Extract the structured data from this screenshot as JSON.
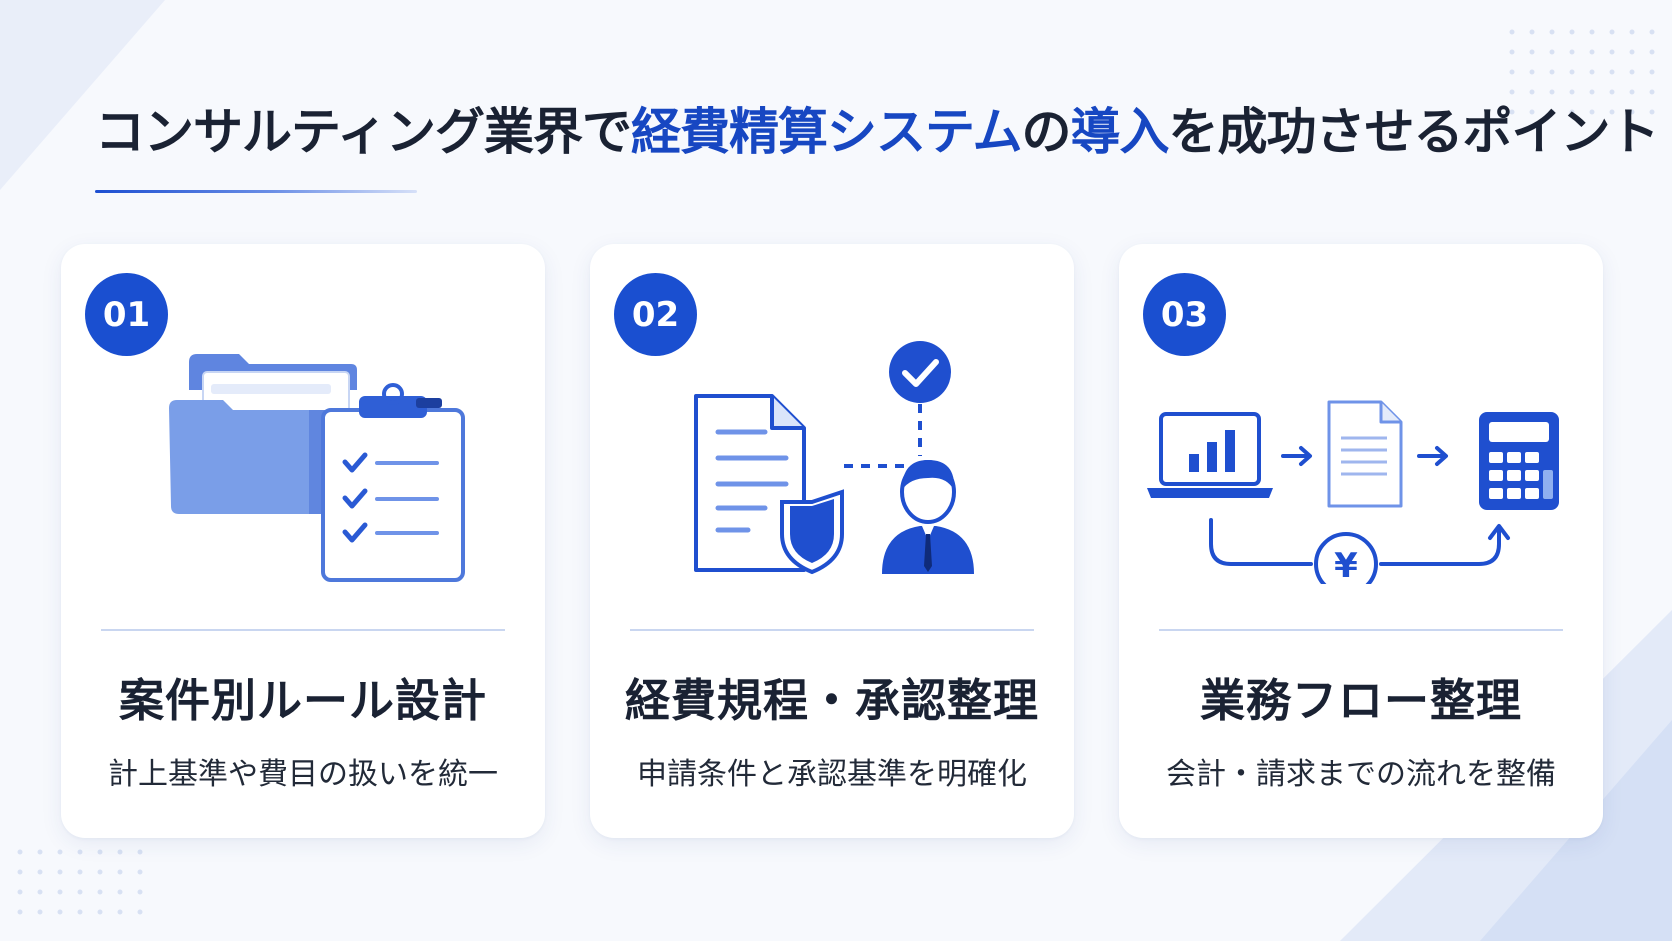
{
  "title": {
    "part1": "コンサルティング業界で",
    "part2": "経費精算システム",
    "part3": "の",
    "part4": "導入",
    "part5": "を成功させるポイント"
  },
  "colors": {
    "accent": "#1a4fd0",
    "accent_light": "#6f93e8",
    "text": "#1a2233",
    "background": "#f7f9fd"
  },
  "cards": [
    {
      "number": "01",
      "title": "案件別ルール設計",
      "description": "計上基準や費目の扱いを統一",
      "icons": [
        "folder-icon",
        "clipboard-checklist-icon"
      ]
    },
    {
      "number": "02",
      "title": "経費規程・承認整理",
      "description": "申請条件と承認基準を明確化",
      "icons": [
        "document-shield-icon",
        "check-circle-icon",
        "person-icon"
      ]
    },
    {
      "number": "03",
      "title": "業務フロー整理",
      "description": "会計・請求までの流れを整備",
      "icons": [
        "laptop-chart-icon",
        "document-icon",
        "calculator-icon",
        "yen-coin-icon"
      ],
      "yen_symbol": "¥"
    }
  ]
}
